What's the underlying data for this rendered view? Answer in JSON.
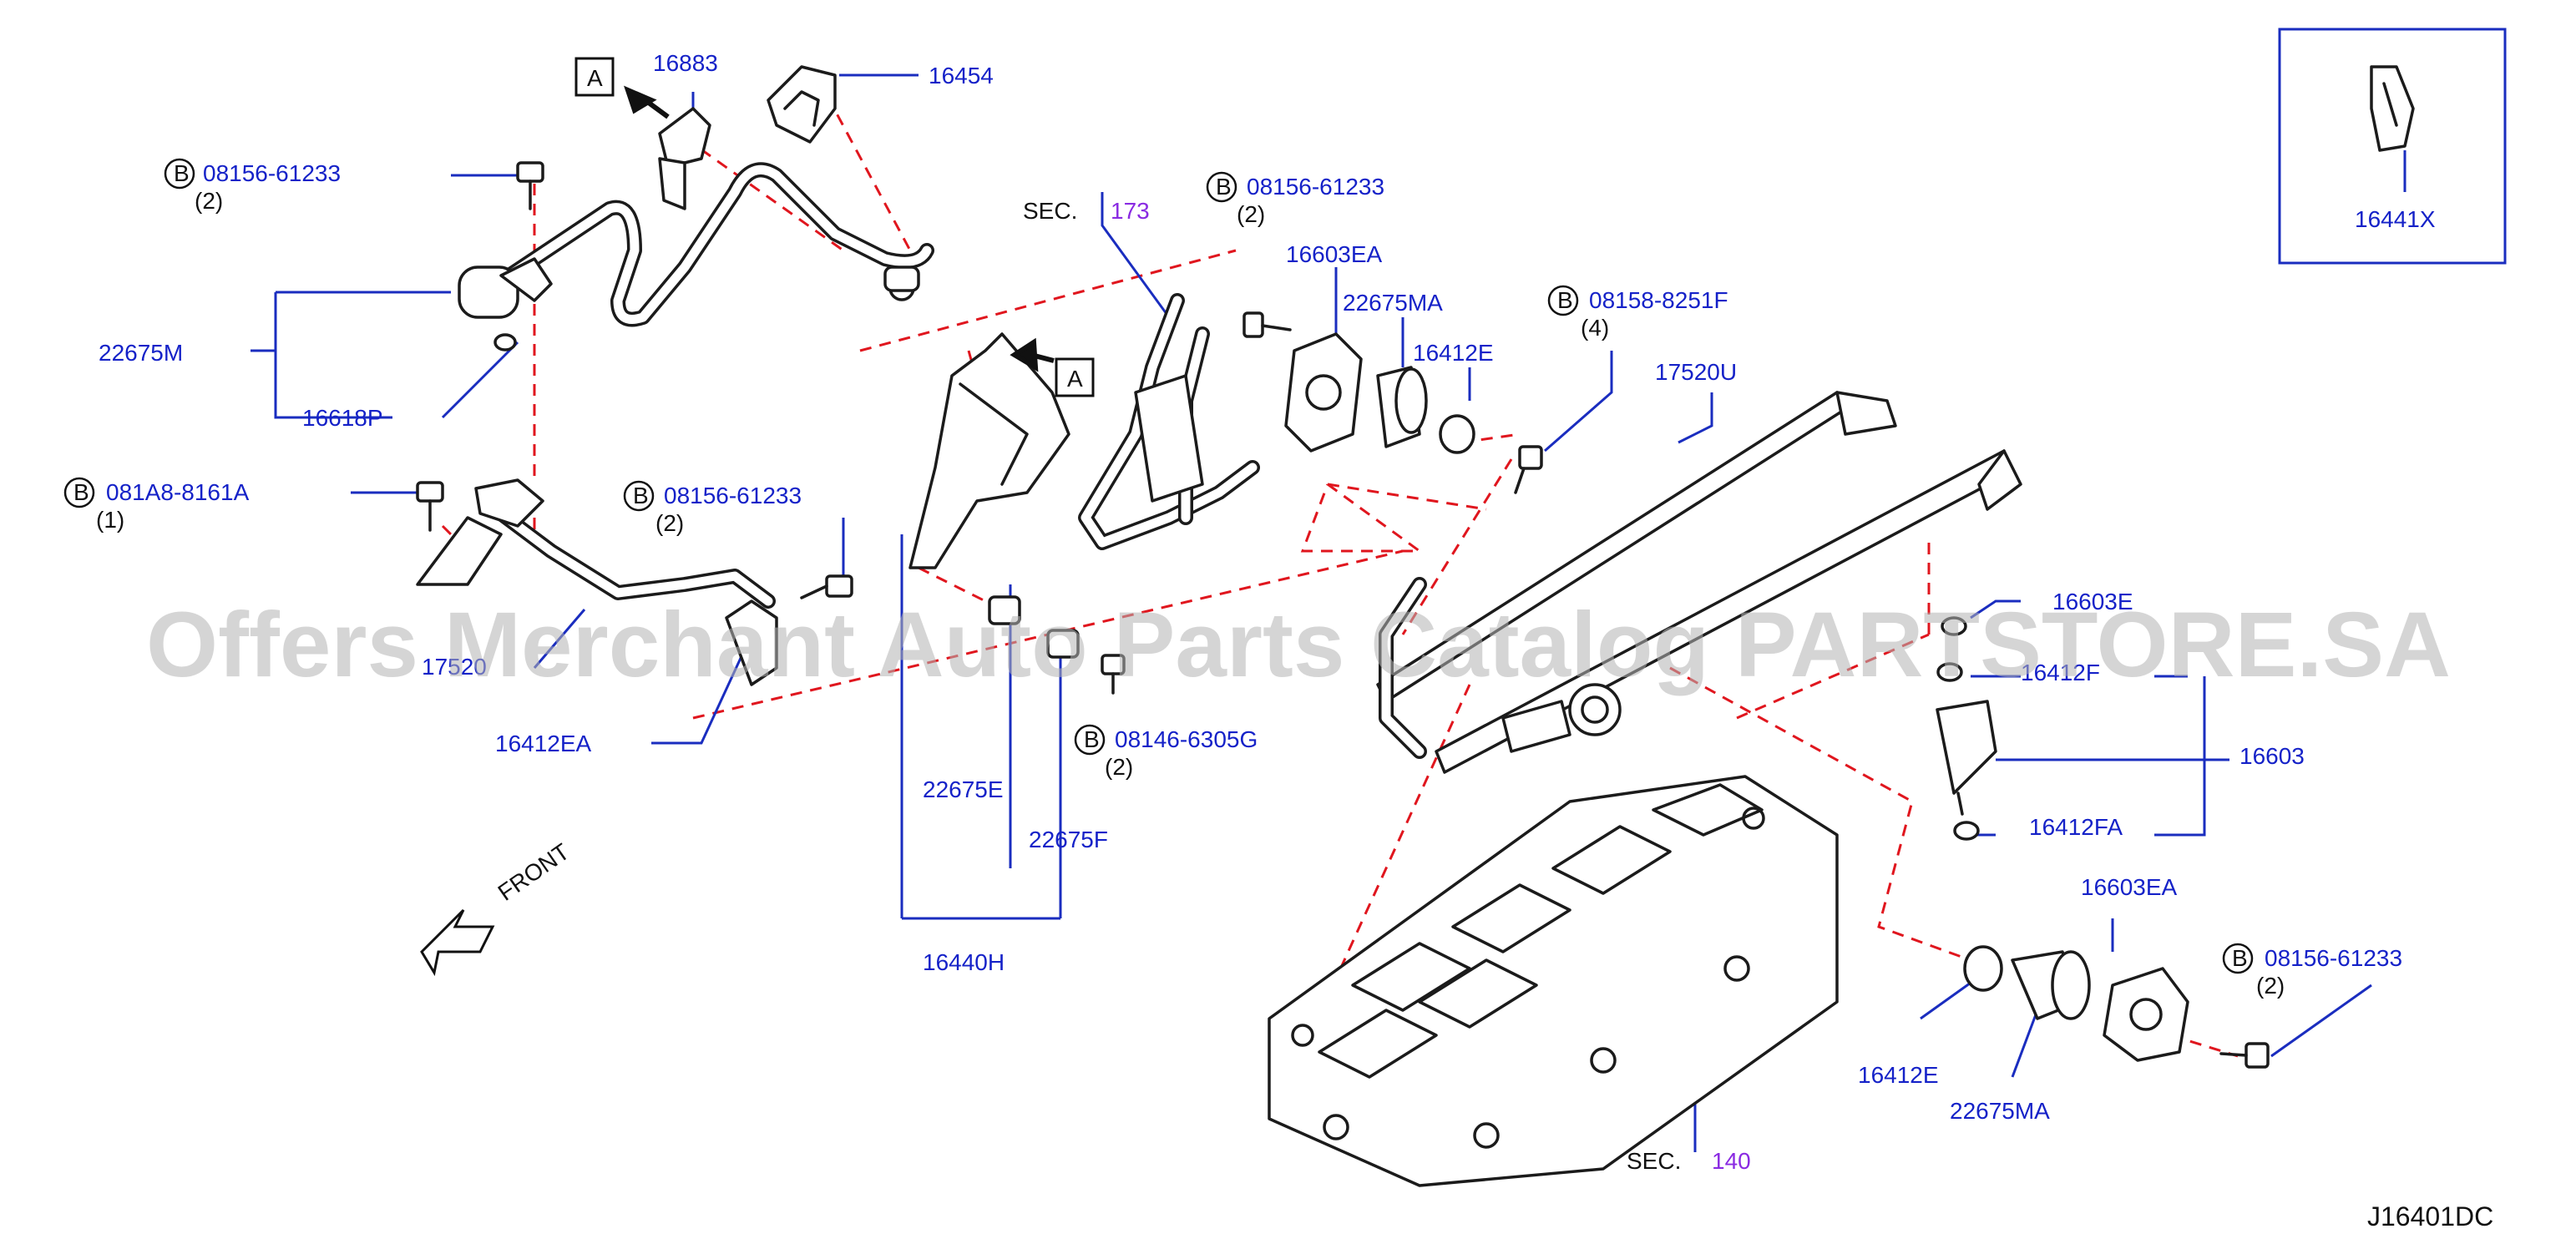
{
  "diagram_code": "J16401DC",
  "watermark": "Offers Merchant Auto Parts Catalog PARTSTORE.SA",
  "front_label": "FRONT",
  "view_marker": "A",
  "bolt_prefix": "B",
  "sec_prefix": "SEC.",
  "inset_part": "16441X",
  "parts": {
    "p16883": "16883",
    "p16454": "16454",
    "b1_code": "08156-61233",
    "b1_qty": "(2)",
    "p22675M": "22675M",
    "p16618P": "16618P",
    "b2_code": "081A8-8161A",
    "b2_qty": "(1)",
    "b3_code": "08156-61233",
    "b3_qty": "(2)",
    "p17520": "17520",
    "p16412EA": "16412EA",
    "sec173": "173",
    "b4_code": "08156-61233",
    "b4_qty": "(2)",
    "p16603EA_a": "16603EA",
    "p22675MA_a": "22675MA",
    "p16412E_a": "16412E",
    "b5_code": "08158-8251F",
    "b5_qty": "(4)",
    "p17520U": "17520U",
    "p16603E": "16603E",
    "p16412F": "16412F",
    "p16603": "16603",
    "p16412FA": "16412FA",
    "p22675E": "22675E",
    "p22675F": "22675F",
    "b6_code": "08146-6305G",
    "b6_qty": "(2)",
    "p16440H": "16440H",
    "p16603EA_b": "16603EA",
    "b7_code": "08156-61233",
    "b7_qty": "(2)",
    "p16412E_b": "16412E",
    "p22675MA_b": "22675MA",
    "sec140": "140"
  },
  "colors": {
    "label": "#1522c8",
    "leader": "#1a2dbf",
    "dashed": "#e0161e",
    "sec_ref": "#8a2be2",
    "line": "#1b1b1b"
  }
}
